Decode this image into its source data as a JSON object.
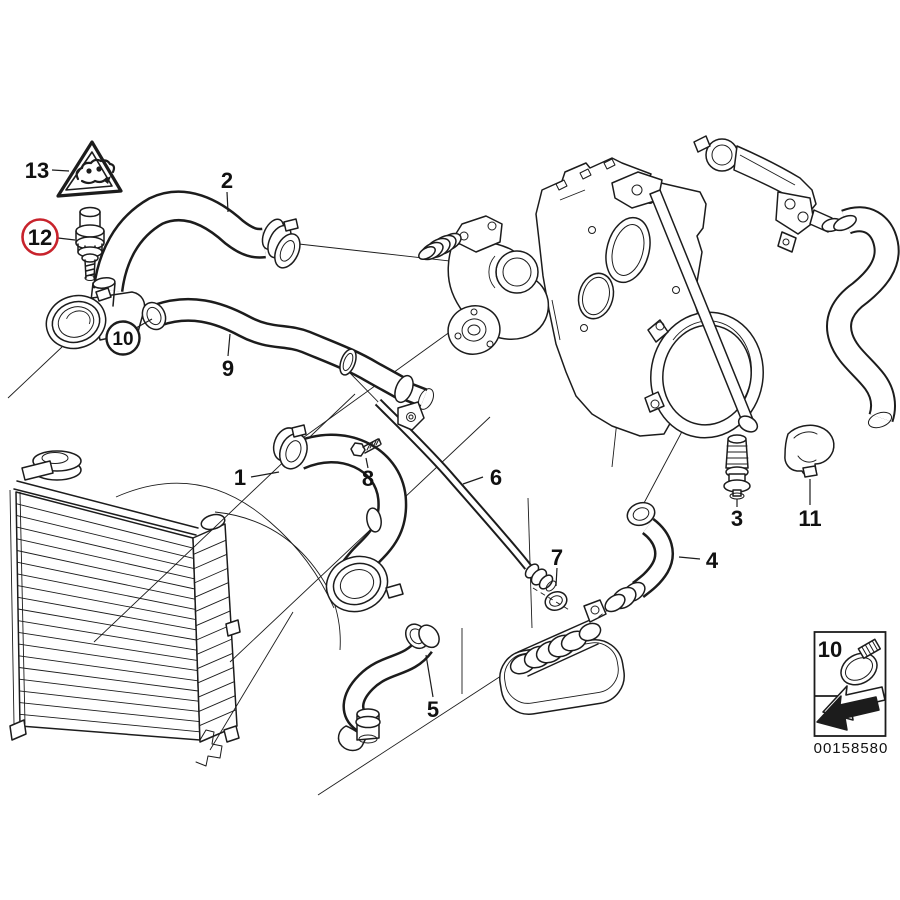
{
  "figure": {
    "background_color": "#ffffff",
    "line_color": "#1c1c1c",
    "highlight_color": "#c8232c"
  },
  "callouts": {
    "c1": "1",
    "c2": "2",
    "c3": "3",
    "c4": "4",
    "c5": "5",
    "c6": "6",
    "c7": "7",
    "c8": "8",
    "c9": "9",
    "c10": "10",
    "c11": "11",
    "c12": "12",
    "c13": "13"
  },
  "legend": {
    "item_number": "10",
    "icon": "hose-clamp-icon",
    "arrow_icon": "direction-arrow-icon"
  },
  "diagram_number": "00158580"
}
